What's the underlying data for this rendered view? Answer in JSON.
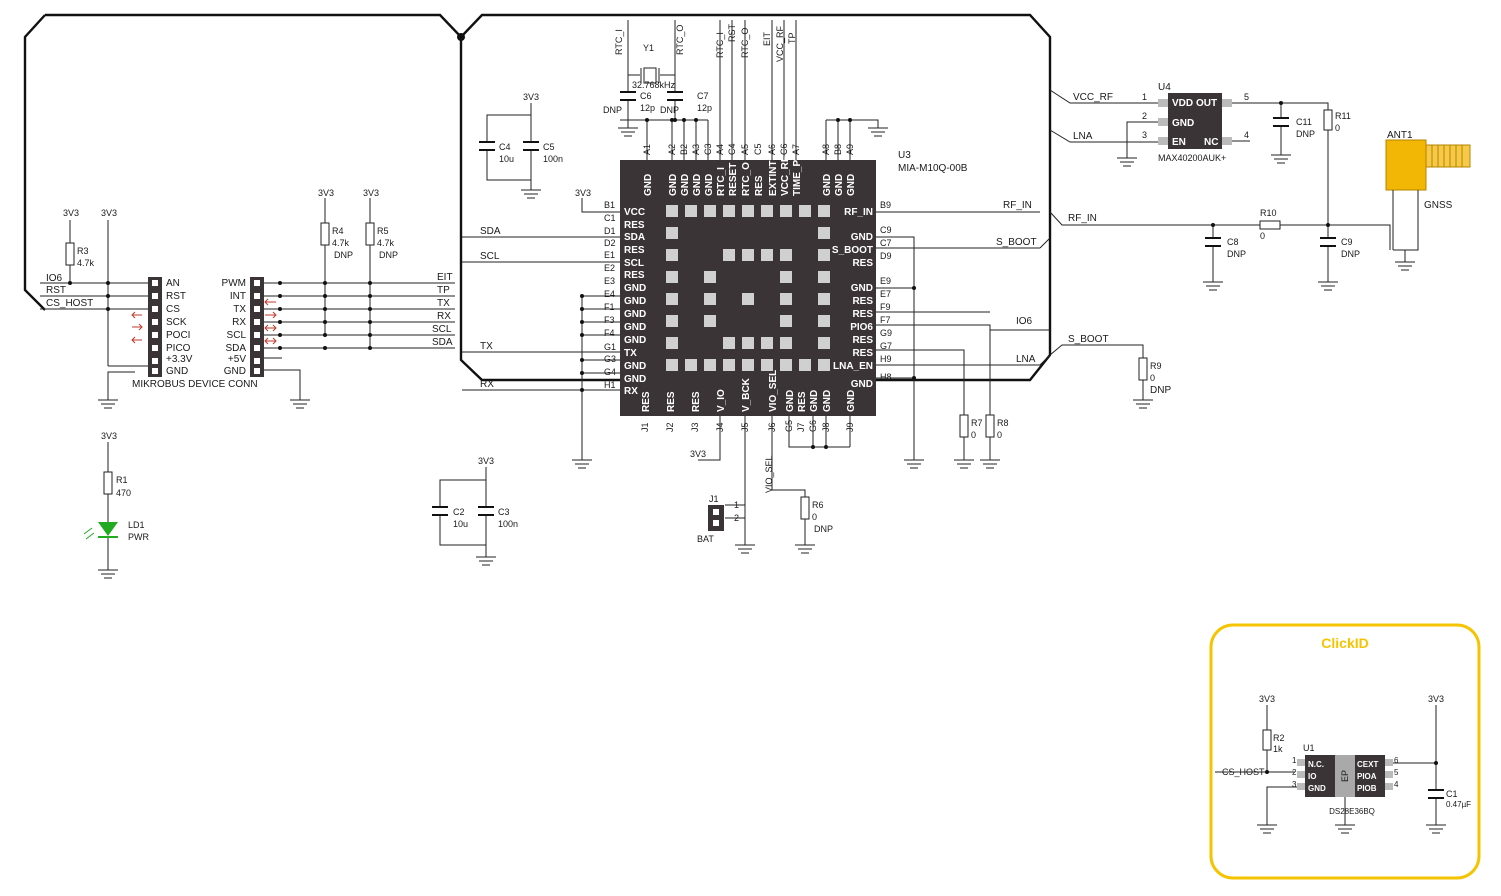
{
  "colors": {
    "chip": "#3b3436",
    "clickid_border": "#f5c400",
    "led": "#22aa22",
    "antenna": "#f2b705",
    "arrow": "#c0392b"
  },
  "mikrobus": {
    "title": "MIKROBUS DEVICE CONN",
    "left": [
      "AN",
      "RST",
      "CS",
      "SCK",
      "POCI",
      "PICO",
      "+3.3V",
      "GND"
    ],
    "right": [
      "PWM",
      "INT",
      "TX",
      "RX",
      "SCL",
      "SDA",
      "+5V",
      "GND"
    ],
    "left_nets": [
      "IO6",
      "RST",
      "CS_HOST"
    ],
    "right_nets": [
      "EIT",
      "TP",
      "TX",
      "RX",
      "SCL",
      "SDA"
    ]
  },
  "resistors_left": {
    "r3": {
      "name": "R3",
      "value": "4.7k",
      "rail": "3V3"
    },
    "r4": {
      "name": "R4",
      "value": "4.7k",
      "note": "DNP",
      "rail": "3V3"
    },
    "r5": {
      "name": "R5",
      "value": "4.7k",
      "note": "DNP",
      "rail": "3V3"
    },
    "rail2": "3V3"
  },
  "led": {
    "r_name": "R1",
    "r_value": "470",
    "led_name": "LD1",
    "led_label": "PWR",
    "rail": "3V3"
  },
  "caps_power": {
    "c4": {
      "name": "C4",
      "value": "10u"
    },
    "c5": {
      "name": "C5",
      "value": "100n"
    },
    "c2": {
      "name": "C2",
      "value": "10u"
    },
    "c3": {
      "name": "C3",
      "value": "100n"
    },
    "rail_top": "3V3",
    "rail_bottom": "3V3"
  },
  "crystal": {
    "y1": "Y1",
    "freq": "32.768kHz",
    "c6": {
      "name": "C6",
      "value": "12p",
      "note": "DNP"
    },
    "c7": {
      "name": "C7",
      "value": "12p",
      "note": "DNP"
    },
    "rtc_i": "RTC_I",
    "rtc_o": "RTC_O"
  },
  "top_nets": [
    "RTC_I",
    "RST",
    "RTC_O",
    "EIT",
    "VCC_RF",
    "TP"
  ],
  "module": {
    "ref": "U3",
    "part": "MIA-M10Q-00B",
    "left_balls": [
      "B1",
      "C1",
      "D1",
      "D2",
      "E1",
      "E2",
      "E3",
      "E4",
      "F1",
      "F3",
      "F4",
      "G1",
      "G3",
      "G4",
      "H1"
    ],
    "left_pins": [
      "VCC",
      "RES",
      "SDA",
      "RES",
      "SCL",
      "RES",
      "GND",
      "GND",
      "GND",
      "GND",
      "GND",
      "TX",
      "GND",
      "GND",
      "RX"
    ],
    "left_nets": {
      "vcc": "3V3",
      "sda": "SDA",
      "scl": "SCL",
      "tx": "TX",
      "rx": "RX"
    },
    "top_balls": [
      "A1",
      "A2",
      "B2",
      "A3",
      "C3",
      "A4",
      "C4",
      "A5",
      "C5",
      "A6",
      "C6",
      "A7",
      "A8",
      "B8",
      "A9"
    ],
    "top_pins": [
      "GND",
      "GND",
      "GND",
      "GND",
      "GND",
      "RTC_I",
      "RESET",
      "RTC_O",
      "RES",
      "EXTINT",
      "VCC_RF",
      "TIME_P",
      "GND",
      "GND",
      "GND"
    ],
    "right_balls": [
      "B9",
      "C9",
      "C7",
      "D9",
      "E9",
      "E7",
      "F9",
      "F7",
      "G9",
      "G7",
      "H9",
      "H8"
    ],
    "right_pins": [
      "RF_IN",
      "GND",
      "S_BOOT",
      "RES",
      "GND",
      "RES",
      "RES",
      "PIO6",
      "RES",
      "RES",
      "LNA_EN",
      "GND"
    ],
    "right_nets": {
      "rf_in": "RF_IN",
      "s_boot": "S_BOOT",
      "io6": "IO6",
      "lna": "LNA"
    },
    "bottom_balls": [
      "J1",
      "J2",
      "J3",
      "J4",
      "J5",
      "J6",
      "G5",
      "J7",
      "G6",
      "J8",
      "J9"
    ],
    "bottom_pins": [
      "RES",
      "RES",
      "RES",
      "V_IO",
      "V_BCK",
      "VIO_SEL",
      "GND",
      "RES",
      "GND",
      "GND",
      "GND"
    ],
    "r7": {
      "name": "R7",
      "value": "0"
    },
    "r8": {
      "name": "R8",
      "value": "0"
    },
    "vio_rail": "3V3",
    "vio_sel": "VIO_SEL",
    "r6": {
      "name": "R6",
      "value": "0",
      "note": "DNP"
    },
    "j1": {
      "name": "J1",
      "label": "BAT",
      "pin1": "1",
      "pin2": "2"
    }
  },
  "lna": {
    "ref": "U4",
    "part": "MAX40200AUK+",
    "pins": [
      "VDD",
      "GND",
      "EN",
      "OUT",
      "NC"
    ],
    "pin_nums": [
      "1",
      "2",
      "3",
      "5",
      "4"
    ],
    "nets": [
      "VCC_RF",
      "LNA"
    ],
    "c11": {
      "name": "C11",
      "value": "DNP"
    },
    "r11": {
      "name": "R11",
      "value": "0"
    }
  },
  "rf": {
    "ant": "ANT1",
    "gnss": "GNSS",
    "rf_in": "RF_IN",
    "s_boot": "S_BOOT",
    "r10": {
      "name": "R10",
      "value": "0"
    },
    "c8": {
      "name": "C8",
      "value": "DNP"
    },
    "c9": {
      "name": "C9",
      "value": "DNP"
    },
    "r9": {
      "name": "R9",
      "value": "0",
      "note": "DNP"
    },
    "io6": "IO6",
    "lna": "LNA"
  },
  "clickid": {
    "title": "ClickID",
    "rail": "3V3",
    "rail2": "3V3",
    "r2": {
      "name": "R2",
      "value": "1k"
    },
    "u1": "U1",
    "part": "DS28E36BQ",
    "left_pins": [
      "N.C.",
      "IO",
      "GND"
    ],
    "left_nums": [
      "1",
      "2",
      "3"
    ],
    "right_pins": [
      "CEXT",
      "PIOA",
      "PIOB"
    ],
    "right_nums": [
      "6",
      "5",
      "4"
    ],
    "ep": "EP",
    "net": "CS_HOST",
    "c1": {
      "name": "C1",
      "value": "0.47µF"
    }
  }
}
